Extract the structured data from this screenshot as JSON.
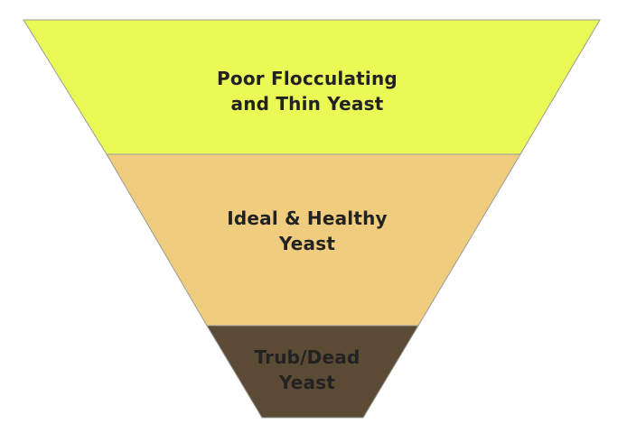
{
  "funnel": {
    "layers": [
      {
        "lines": [
          "Poor Flocculating",
          "and Thin Yeast"
        ],
        "color": "#ebf957"
      },
      {
        "lines": [
          "Ideal & Healthy",
          "Yeast"
        ],
        "color": "#f0cd7e"
      },
      {
        "lines": [
          "Trub/Dead",
          "Yeast"
        ],
        "color": "#5b4b35"
      }
    ]
  }
}
